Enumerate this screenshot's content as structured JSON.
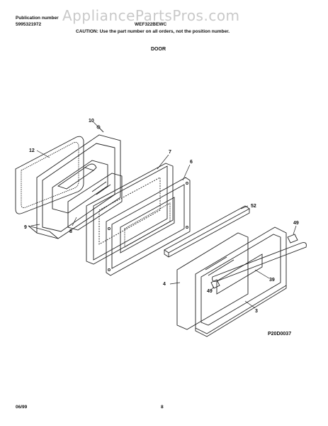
{
  "header": {
    "publication_label": "Publication number",
    "publication_number": "5995321972",
    "model": "WEF322BEWC",
    "caution": "CAUTION:  Use the part number on all orders, not the position number.",
    "watermark": "AppliancePartsPros.com"
  },
  "section_title": "DOOR",
  "callouts": [
    "10",
    "12",
    "7",
    "6",
    "9",
    "8",
    "52",
    "49",
    "4",
    "39",
    "49",
    "3"
  ],
  "figure_code": "P20D0037",
  "footer": {
    "date": "06/99",
    "page": "8"
  }
}
